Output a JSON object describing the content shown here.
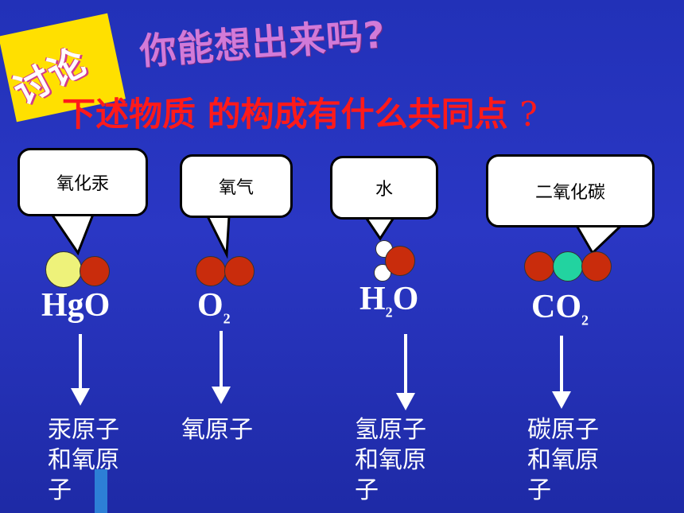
{
  "badge": "讨论",
  "title": "你能想出来吗?",
  "question": {
    "text": "下述物质 的构成有什么共同点",
    "mark": "?"
  },
  "items": [
    {
      "label": "氧化汞",
      "formula_main": "HgO",
      "formula_sub": "",
      "desc": "汞原子和氧原子"
    },
    {
      "label": "氧气",
      "formula_main": "O",
      "formula_sub": "2",
      "desc": "氧原子"
    },
    {
      "label": "水",
      "formula_prefix": "H",
      "formula_sub": "2",
      "formula_main": "O",
      "desc": "氢原子和氧原子"
    },
    {
      "label": "二氧化碳",
      "formula_main": "CO",
      "formula_sub": "2",
      "desc": "碳原子和氧原子"
    }
  ],
  "colors": {
    "background": "#2231b8",
    "oxygen": "#c92c0c",
    "mercury": "#eef27a",
    "hydrogen": "#ffffff",
    "carbon": "#22d3a0",
    "question": "#ff1a1a",
    "title": "#d27ad8",
    "badge": "#ffe000"
  }
}
